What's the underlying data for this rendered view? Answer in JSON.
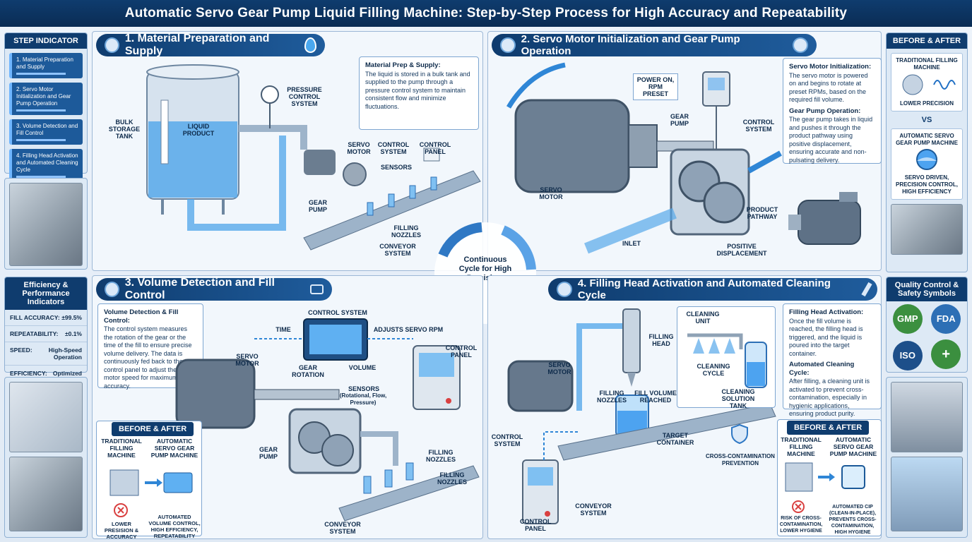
{
  "title": "Automatic Servo Gear Pump Liquid Filling Machine: Step-by-Step Process for High Accuracy and Repeatability",
  "step_indicator": {
    "title": "STEP INDICATOR",
    "items": [
      "1. Material Preparation and Supply",
      "2. Servo Motor Initialization and Gear Pump Operation",
      "3. Volume Detection and Fill Control",
      "4. Filling Head Activation and Automated Cleaning Cycle"
    ]
  },
  "efficiency": {
    "title": "Efficiency & Performance Indicators",
    "rows": [
      {
        "k": "FILL ACCURACY:",
        "v": "±99.5%"
      },
      {
        "k": "REPEATABILITY:",
        "v": "±0.1%"
      },
      {
        "k": "SPEED:",
        "v": "High-Speed Operation"
      },
      {
        "k": "EFFICIENCY:",
        "v": "Optimized Workflow"
      }
    ]
  },
  "before_after_right": {
    "title": "BEFORE & AFTER",
    "traditional": "TRADITIONAL FILLING MACHINE",
    "traditional_note": "LOWER PRECISION",
    "vs": "VS",
    "automatic": "AUTOMATIC SERVO GEAR PUMP MACHINE",
    "automatic_note": "SERVO DRIVEN, PRECISION CONTROL, HIGH EFFICIENCY"
  },
  "quality": {
    "title": "Quality Control & Safety Symbols",
    "badges": [
      "GMP",
      "FDA",
      "ISO",
      "+"
    ]
  },
  "section1": {
    "heading": "1. Material Preparation and Supply",
    "callout_title": "Material Prep & Supply:",
    "callout_text": "The liquid is stored in a bulk tank and supplied to the pump through a pressure control system to maintain consistent flow and minimize fluctuations.",
    "labels": {
      "tank": "BULK STORAGE TANK",
      "product": "LIQUID PRODUCT",
      "pressure": "PRESSURE CONTROL SYSTEM",
      "servo": "SERVO MOTOR",
      "control_system": "CONTROL SYSTEM",
      "control_panel": "CONTROL PANEL",
      "sensors": "SENSORS",
      "gear_pump": "GEAR PUMP",
      "nozzles": "FILLING NOZZLES",
      "conveyor": "CONVEYOR SYSTEM"
    }
  },
  "section2": {
    "heading": "2. Servo Motor Initialization and Gear Pump Operation",
    "callout_t1": "Servo Motor Initialization:",
    "callout_p1": "The servo motor is powered on and begins to rotate at preset RPMs, based on the required fill volume.",
    "callout_t2": "Gear Pump Operation:",
    "callout_p2": "The gear pump takes in liquid and pushes it through the product pathway using positive displacement, ensuring accurate and non-pulsating delivery.",
    "labels": {
      "power": "POWER ON, RPM PRESET",
      "gear_pump": "GEAR PUMP",
      "control_system": "CONTROL SYSTEM",
      "servo": "SERVO MOTOR",
      "pathway": "PRODUCT PATHWAY",
      "inlet": "INLET",
      "displacement": "POSITIVE DISPLACEMENT"
    }
  },
  "center": {
    "text": "Continuous Cycle for High Precision."
  },
  "section3": {
    "heading": "3. Volume Detection and Fill Control",
    "callout_title": "Volume Detection & Fill Control:",
    "callout_text": "The control system measures the rotation of the gear or the time of the fill to ensure precise volume delivery. The data is continuously fed back to the control panel to adjust the servo motor speed for maximum accuracy.",
    "labels": {
      "control_system": "CONTROL SYSTEM",
      "time": "TIME",
      "adjusts": "ADJUSTS SERVO RPM",
      "control_panel": "CONTROL PANEL",
      "servo": "SERVO MOTOR",
      "rotation": "GEAR ROTATION",
      "volume": "VOLUME",
      "sensors": "SENSORS",
      "sensors_sub": "(Rotational, Flow, Pressure)",
      "gear_pump": "GEAR PUMP",
      "nozzles": "FILLING NOZZLES",
      "nozzles2": "FILLING NOZZLES",
      "conveyor": "CONVEYOR SYSTEM"
    },
    "ba": {
      "title": "BEFORE & AFTER",
      "left": "TRADITIONAL FILLING MACHINE",
      "right": "AUTOMATIC SERVO GEAR PUMP MACHINE",
      "left_note": "LOWER PRESISION & ACCURACY",
      "right_note": "AUTOMATED VOLUME CONTROL, HIGH EFFICIENCY, REPEATABILITY"
    }
  },
  "section4": {
    "heading": "4. Filling Head Activation and Automated Cleaning Cycle",
    "callout_t1": "Filling Head Activation:",
    "callout_p1": "Once the fill volume is reached, the filling head is triggered, and the liquid is poured into the target container.",
    "callout_t2": "Automated Cleaning Cycle:",
    "callout_p2": "After filling, a cleaning unit is activated to prevent cross-contamination, especially in hygienic applications, ensuring product purity.",
    "labels": {
      "cleaning_unit": "CLEANING UNIT",
      "filling_head": "FILLING HEAD",
      "cleaning_cycle": "CLEANING CYCLE",
      "solution_tank": "CLEANING SOLUTION TANK",
      "servo": "SERVO MOTOR",
      "nozzles": "FILLING NOZZLES",
      "fill_volume": "FILL VOLUME REACHED",
      "control_system": "CONTROL SYSTEM",
      "target": "TARGET CONTAINER",
      "cross": "CROSS-CONTAMINATION PREVENTION",
      "conveyor": "CONVEYOR SYSTEM",
      "control_panel": "CONTROL PANEL"
    },
    "ba": {
      "title": "BEFORE & AFTER",
      "left": "TRADITIONAL FILLING MACHINE",
      "right": "AUTOMATIC SERVO GEAR PUMP MACHINE",
      "left_note": "RISK OF CROSS-CONTAMINATION, LOWER HYGIENE",
      "right_note": "AUTOMATED CIP (CLEAN-IN-PLACE), PREVENTS CROSS-CONTAMINATION, HIGH HYGIENE"
    }
  }
}
